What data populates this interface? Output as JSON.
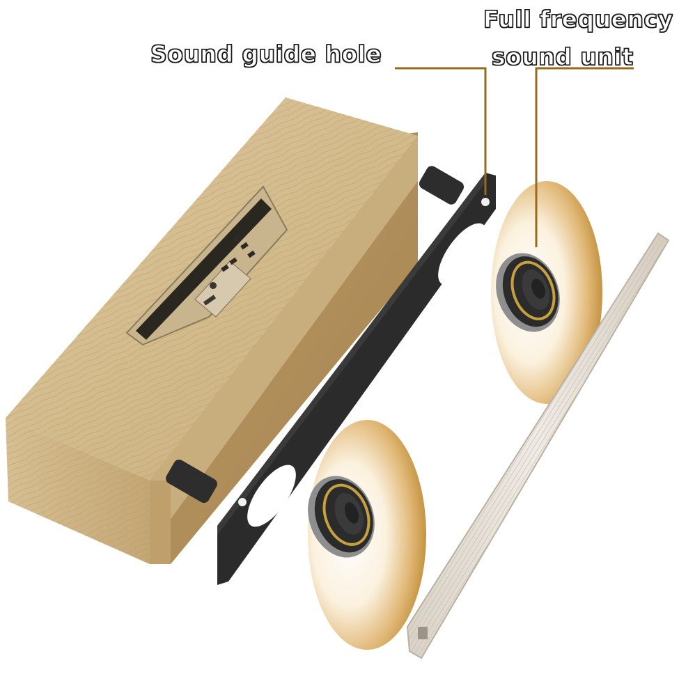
{
  "callouts": {
    "sound_guide_hole": "Sound guide hole",
    "full_frequency_line1": "Full frequency",
    "full_frequency_line2": "sound unit"
  },
  "colors": {
    "wood_light": "#d8c39a",
    "wood_side": "#c7ab78",
    "bracket": "#2b2b2b",
    "leader_line": "#9a6a1c",
    "driver_glow": "#c9973a",
    "grille": "#e4ded4"
  }
}
